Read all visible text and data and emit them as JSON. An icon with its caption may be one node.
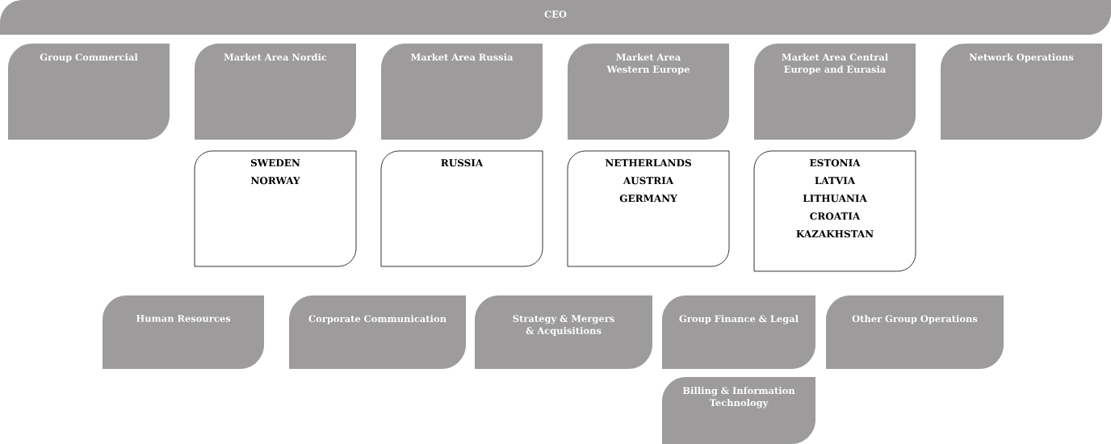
{
  "diagram": {
    "nodes": [
      {
        "text": [
          "CEO"
        ]
      },
      {
        "text": [
          "Group Commercial"
        ]
      },
      {
        "text": [
          "Market Area Nordic"
        ]
      },
      {
        "text": [
          "Market Area Russia"
        ]
      },
      {
        "text": [
          "Market Area Western Europe"
        ]
      },
      {
        "text": [
          "Market Area Central Europe and Eurasia"
        ]
      },
      {
        "text": [
          "Network Operations"
        ]
      },
      {
        "text": [
          "SWEDEN",
          "NORWAY"
        ]
      },
      {
        "text": [
          "RUSSIA"
        ]
      },
      {
        "text": [
          "NETHERLANDS",
          "AUSTRIA",
          "GERMANY"
        ]
      },
      {
        "text": [
          "ESTONIA",
          "LATVIA",
          "LITHUANIA",
          "CROATIA",
          "KAZAKHSTAN"
        ]
      },
      {
        "text": [
          "Human Resources"
        ]
      },
      {
        "text": [
          "Corporate Communication"
        ]
      },
      {
        "text": [
          "Strategy & Mergers & Acquisitions"
        ]
      },
      {
        "text": [
          "Group Finance & Legal"
        ]
      },
      {
        "text": [
          "Other Group Operations"
        ]
      },
      {
        "text": [
          "Billing & Information Technology"
        ]
      }
    ]
  }
}
